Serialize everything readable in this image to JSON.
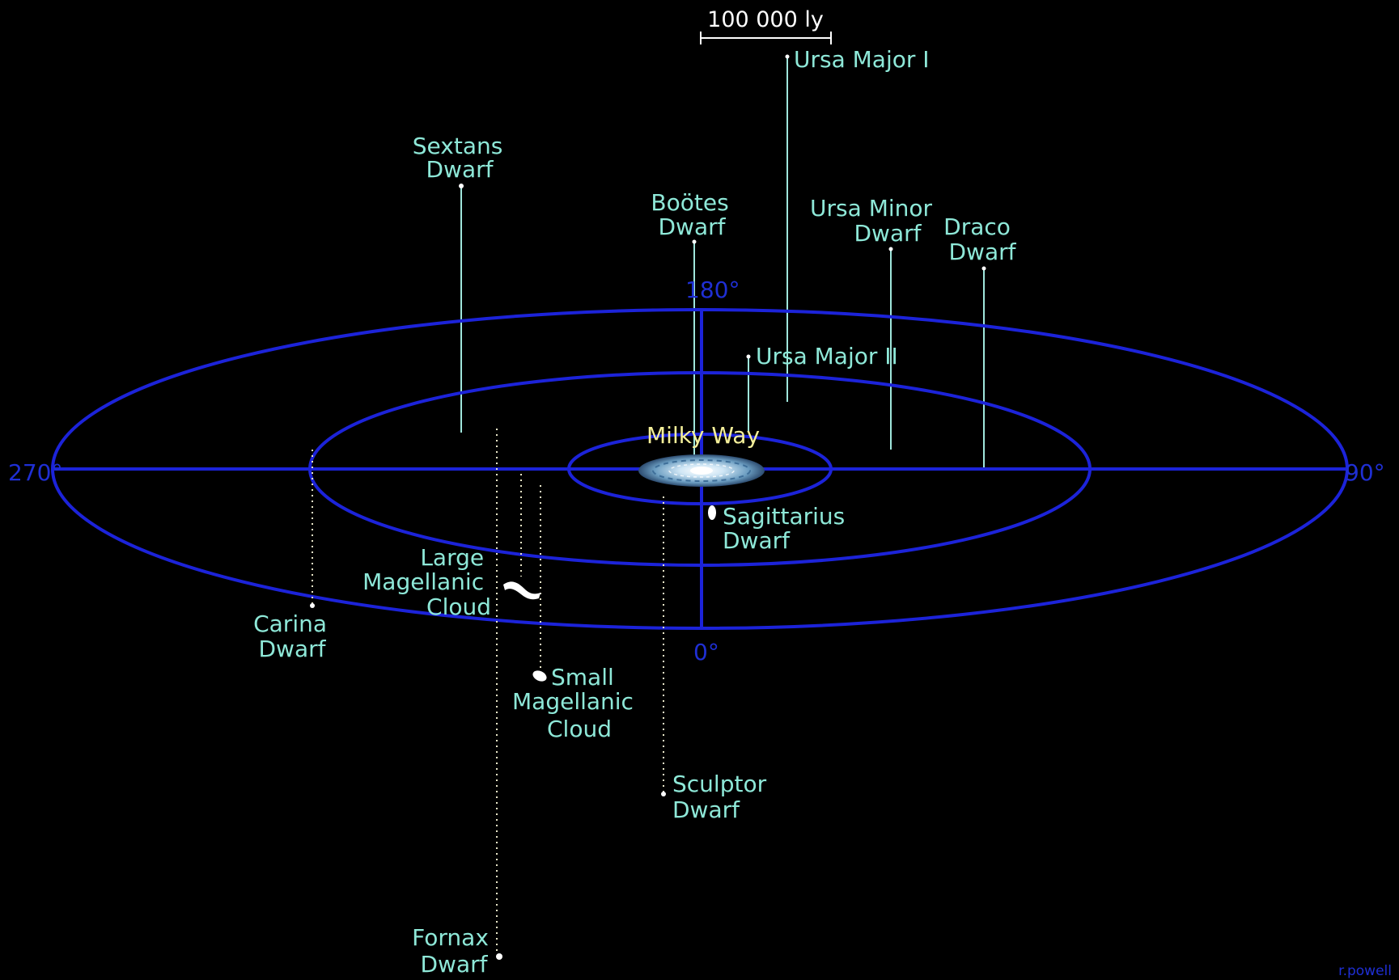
{
  "scale_bar": {
    "label": "100 000 ly"
  },
  "degrees": {
    "d270": "270°",
    "d90": "90°",
    "d180": "180°",
    "d0": "0°"
  },
  "center": {
    "label": "Milky Way"
  },
  "galaxies": {
    "ursa_major_1": [
      "Ursa Major I"
    ],
    "sextans": [
      "Sextans",
      "Dwarf"
    ],
    "bootes": [
      "Boötes",
      "Dwarf"
    ],
    "ursa_minor": [
      "Ursa Minor",
      "Dwarf"
    ],
    "draco": [
      "Draco",
      "Dwarf"
    ],
    "ursa_major_2": [
      "Ursa Major II"
    ],
    "sagittarius": [
      "Sagittarius",
      "Dwarf"
    ],
    "lmc": [
      "Large",
      "Magellanic",
      "Cloud"
    ],
    "carina": [
      "Carina",
      "Dwarf"
    ],
    "smc": [
      "Small",
      "Magellanic",
      "Cloud"
    ],
    "sculptor": [
      "Sculptor",
      "Dwarf"
    ],
    "fornax": [
      "Fornax",
      "Dwarf"
    ]
  },
  "credit": "r.powell",
  "colors": {
    "background": "#000000",
    "rings": "#1c23d9",
    "labels": "#8ee8d8",
    "milky_way_label": "#f4ef9a"
  }
}
